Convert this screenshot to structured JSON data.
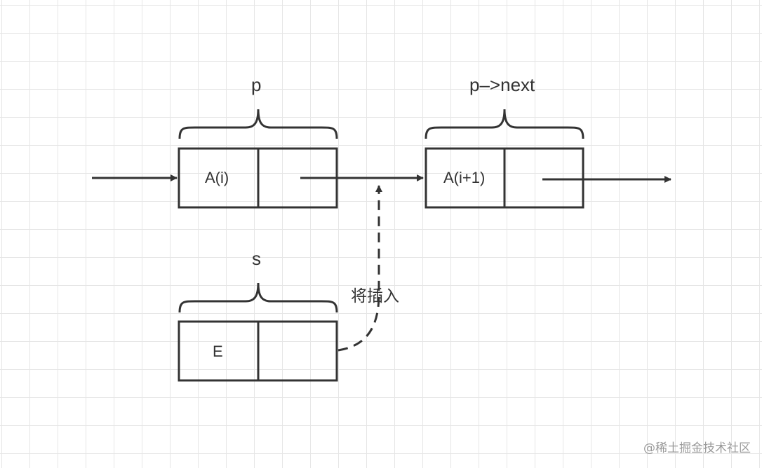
{
  "labels": {
    "p": "p",
    "p_next": "p–>next",
    "s": "s",
    "insert": "将插入"
  },
  "nodes": {
    "node_p": {
      "data": "A(i)"
    },
    "node_next": {
      "data": "A(i+1)"
    },
    "node_s": {
      "data": "E"
    }
  },
  "watermark": "@稀土掘金技术社区",
  "colors": {
    "stroke": "#333333",
    "grid": "#e6e6e6",
    "background": "#ffffff",
    "watermark": "#9a9a9a"
  }
}
